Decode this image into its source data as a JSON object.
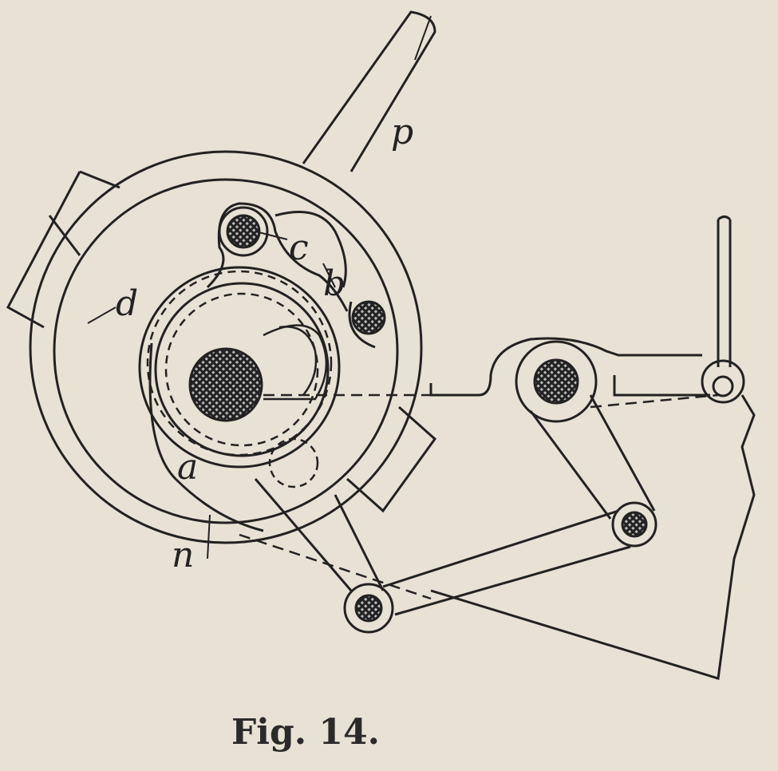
{
  "figure": {
    "caption": "Fig. 14.",
    "labels": {
      "p": "p",
      "c": "c",
      "b": "b",
      "d_upper": "d",
      "a": "a",
      "n": "n"
    }
  },
  "colors": {
    "paper": "#e7e2d4",
    "ink": "#222222"
  }
}
